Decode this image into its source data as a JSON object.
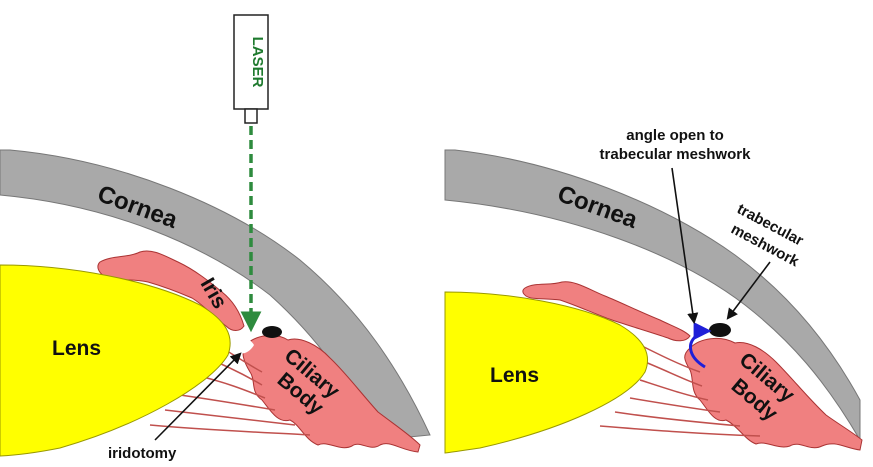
{
  "left_panel": {
    "laser_label": "LASER",
    "cornea_label": "Cornea",
    "iris_label": "Iris",
    "lens_label": "Lens",
    "ciliary_label_1": "Ciliary",
    "ciliary_label_2": "Body",
    "iridotomy_label": "iridotomy"
  },
  "right_panel": {
    "cornea_label": "Cornea",
    "lens_label": "Lens",
    "ciliary_label_1": "Ciliary",
    "ciliary_label_2": "Body",
    "angle_label_1": "angle open to",
    "angle_label_2": "trabecular meshwork",
    "meshwork_label_1": "trabecular",
    "meshwork_label_2": "meshwork"
  },
  "colors": {
    "cornea": "#a9a9a9",
    "lens": "#ffff00",
    "tissue": "#f08080",
    "laser_beam": "#2e8b3e",
    "flow_arrow": "#1f1fd8"
  }
}
